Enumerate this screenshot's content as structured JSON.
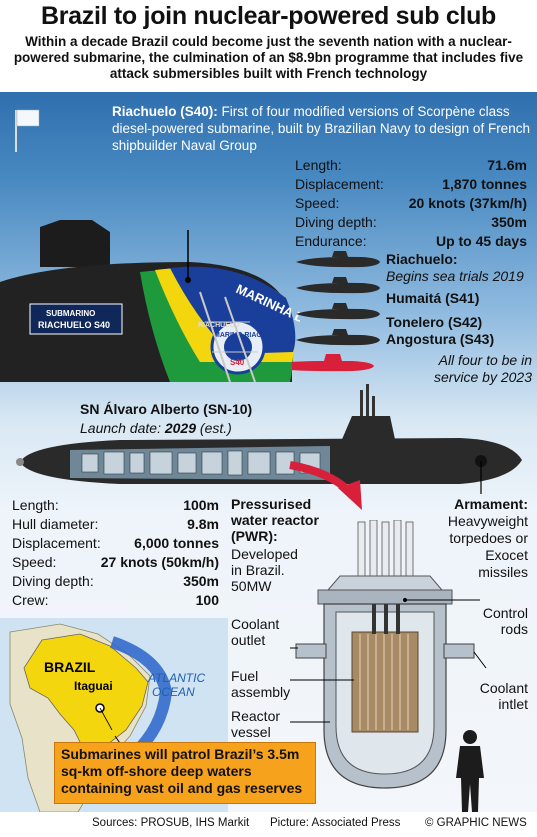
{
  "title": "Brazil to join nuclear-powered sub club",
  "subtitle": "Within a decade Brazil could become just the seventh nation with a nuclear-powered submarine, the culmination of an $8.9bn programme that includes five attack submersibles built with French technology",
  "riachuelo": {
    "name": "Riachuelo (S40):",
    "desc": "First of four modified versions of Scorpène class diesel-powered submarine, built by Brazilian Navy to design of French shipbuilder Naval Group",
    "hull_text": "MARINHA DO BRASIL",
    "badge_text": "MARINO RIACHUELO",
    "badge_num": "S40",
    "sign_line1": "SUBMARINO",
    "sign_line2": "RIACHUELO S40",
    "sail_text": "RIACHUELO"
  },
  "specs_scorpene": [
    {
      "label": "Length:",
      "value": "71.6m"
    },
    {
      "label": "Displacement:",
      "value": "1,870 tonnes"
    },
    {
      "label": "Speed:",
      "value": "20 knots (37km/h)"
    },
    {
      "label": "Diving depth:",
      "value": "350m"
    },
    {
      "label": "Endurance:",
      "value": "Up to 45 days"
    }
  ],
  "scorpene_subs": {
    "s40_name": "Riachuelo:",
    "s40_note": "Begins sea trials 2019",
    "s41": "Humaitá (S41)",
    "s42": "Tonelero (S42)",
    "s43": "Angostura (S43)",
    "service_note": "All four to be in service by 2023"
  },
  "nuclear_sub": {
    "name": "SN Álvaro Alberto (SN-10)",
    "launch_label": "Launch date:",
    "launch_year": "2029",
    "launch_est": "(est.)"
  },
  "specs_nuclear": [
    {
      "label": "Length:",
      "value": "100m"
    },
    {
      "label": "Hull diameter:",
      "value": "9.8m"
    },
    {
      "label": "Displacement:",
      "value": "6,000 tonnes"
    },
    {
      "label": "Speed:",
      "value": "27 knots (50km/h)"
    },
    {
      "label": "Diving depth:",
      "value": "350m"
    },
    {
      "label": "Crew:",
      "value": "100"
    }
  ],
  "reactor": {
    "title_line1": "Pressurised",
    "title_line2": "water reactor",
    "title_line3": "(PWR):",
    "desc_line1": "Developed",
    "desc_line2": "in Brazil.",
    "desc_line3": "50MW",
    "coolant_outlet_1": "Coolant",
    "coolant_outlet_2": "outlet",
    "fuel_1": "Fuel",
    "fuel_2": "assembly",
    "vessel_1": "Reactor",
    "vessel_2": "vessel",
    "control_1": "Control",
    "control_2": "rods",
    "coolant_inlet_1": "Coolant",
    "coolant_inlet_2": "intlet"
  },
  "armament": {
    "title": "Armament:",
    "line1": "Heavyweight",
    "line2": "torpedoes or",
    "line3": "Exocet",
    "line4": "missiles"
  },
  "map": {
    "country": "BRAZIL",
    "city": "Itaguai",
    "ocean1": "ATLANTIC",
    "ocean2": "OCEAN"
  },
  "callout": "Submarines will patrol Brazil’s 3.5m sq-km off-shore deep waters containing vast oil and gas reserves",
  "footer": {
    "sources": "Sources: PROSUB, IHS Markit",
    "picture": "Picture: Associated Press",
    "credit": "© GRAPHIC NEWS"
  },
  "colors": {
    "accent_red": "#d8203a",
    "sub_dark": "#2a2a2a",
    "brazil_yellow": "#f4d60f",
    "brazil_green": "#1e9a3c",
    "callout_orange": "#f6a21c",
    "ocean_text": "#2060b0"
  }
}
